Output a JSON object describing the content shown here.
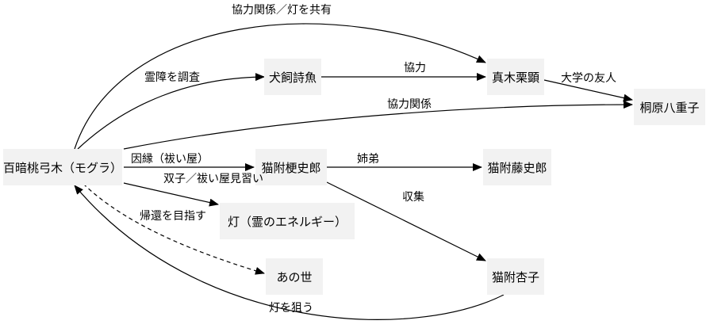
{
  "nodes": [
    {
      "id": "dodomeki",
      "label": "百暗桃弓木（モグラ）"
    },
    {
      "id": "inukai",
      "label": "犬飼詩魚"
    },
    {
      "id": "maki",
      "label": "真木栗顕"
    },
    {
      "id": "kirihara",
      "label": "桐原八重子"
    },
    {
      "id": "kyoushiro",
      "label": "猫附梗史郎"
    },
    {
      "id": "toushiro",
      "label": "猫附藤史郎"
    },
    {
      "id": "akari",
      "label": "灯（霊のエネルギー）"
    },
    {
      "id": "anoyo",
      "label": "あの世"
    },
    {
      "id": "anzu",
      "label": "猫附杏子"
    }
  ],
  "edges": [
    {
      "from": "dodomeki",
      "to": "maki",
      "label": "協力関係／灯を共有",
      "style": "solid"
    },
    {
      "from": "dodomeki",
      "to": "inukai",
      "label": "霊障を調査",
      "style": "solid"
    },
    {
      "from": "inukai",
      "to": "maki",
      "label": "協力",
      "style": "solid"
    },
    {
      "from": "maki",
      "to": "kirihara",
      "label": "大学の友人",
      "style": "solid"
    },
    {
      "from": "dodomeki",
      "to": "kirihara",
      "label": "協力関係",
      "style": "solid"
    },
    {
      "from": "dodomeki",
      "to": "kyoushiro",
      "label": "因縁（祓い屋）",
      "style": "solid"
    },
    {
      "from": "kyoushiro",
      "to": "toushiro",
      "label": "双子／祓い屋見習い",
      "style": "solid"
    },
    {
      "from": "kyoushiro",
      "to": "anzu",
      "label": "姉弟",
      "style": "solid"
    },
    {
      "from": "dodomeki",
      "to": "akari",
      "label": "収集",
      "style": "solid"
    },
    {
      "from": "dodomeki",
      "to": "anoyo",
      "label": "帰還を目指す",
      "style": "dashed"
    },
    {
      "from": "anzu",
      "to": "dodomeki",
      "label": "灯を狙う",
      "style": "solid"
    }
  ],
  "colors": {
    "node_fill": "#f2f2f2",
    "edge": "#000000",
    "text": "#000000"
  }
}
